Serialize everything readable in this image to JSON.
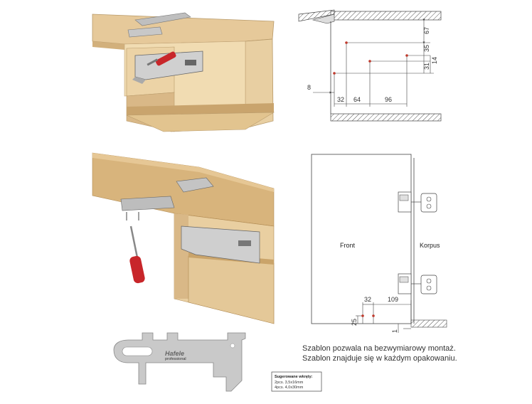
{
  "top_drawing": {
    "dims_vertical": [
      "67",
      "35",
      "31",
      "14"
    ],
    "dims_horizontal": [
      "8",
      "32",
      "64",
      "96"
    ]
  },
  "bottom_drawing": {
    "label_front": "Front",
    "label_korpus": "Korpus",
    "dims": [
      "32",
      "109",
      "25",
      "1"
    ]
  },
  "caption": {
    "line1": "Szablon pozwala na bezwymiarowy montaż.",
    "line2": "Szablon znajduje się w każdym opakowaniu."
  },
  "template_tool": {
    "brand": "Hafele",
    "sub": "professional"
  },
  "screw_note": {
    "title": "Sugerowane wkręty:",
    "line1": "2pcs. 3,5x16mm",
    "line2": "4pcs. 4,0x30mm"
  }
}
